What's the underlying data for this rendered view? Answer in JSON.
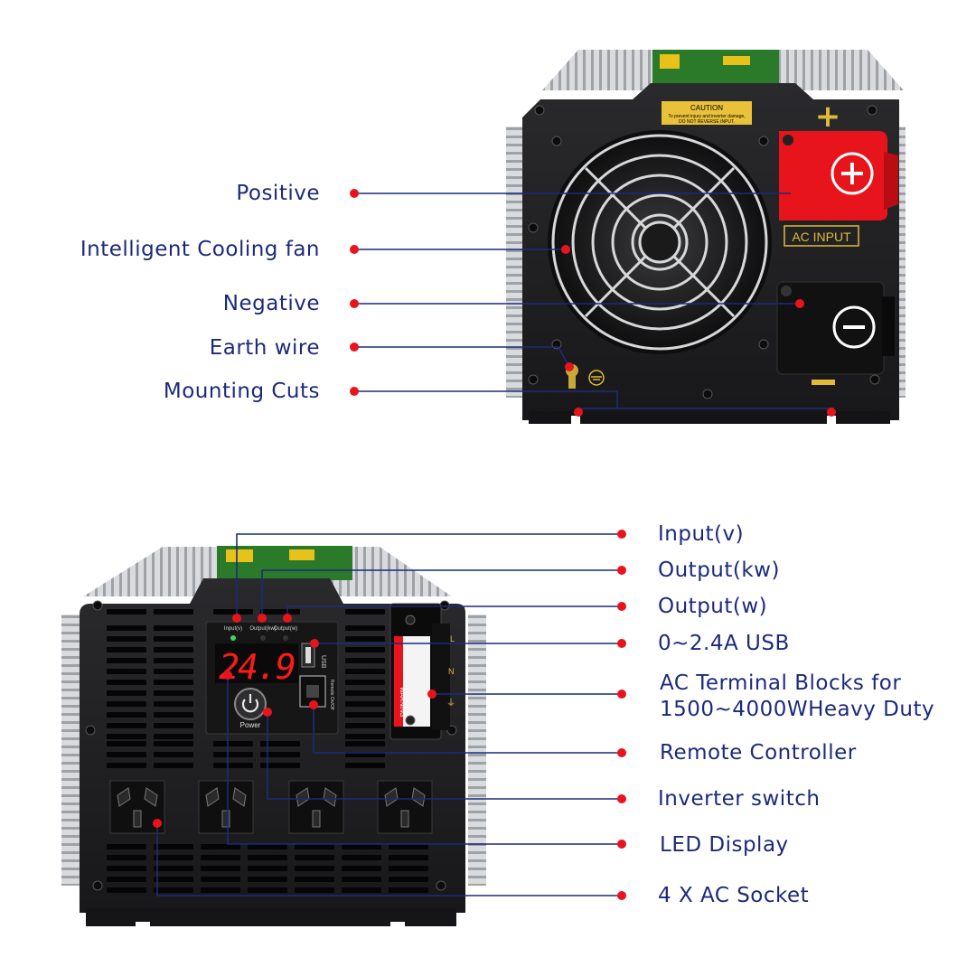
{
  "rear_panel": {
    "callouts": [
      {
        "label": "Positive"
      },
      {
        "label": "Intelligent Cooling fan"
      },
      {
        "label": "Negative"
      },
      {
        "label": "Earth wire"
      },
      {
        "label": "Mounting Cuts"
      }
    ],
    "caution_title": "CAUTION",
    "caution_line1": "To prevent injury and inverter damage,",
    "caution_line2": "DO NOT REVERSE INPUT.",
    "ac_input_label": "AC INPUT",
    "plus_symbol": "+",
    "minus_symbol": "−"
  },
  "front_panel": {
    "callouts": [
      {
        "label": "Input(v)"
      },
      {
        "label": "Output(kw)"
      },
      {
        "label": "Output(w)"
      },
      {
        "label": "0~2.4A USB"
      },
      {
        "label": "AC Terminal Blocks for\n1500~4000WHeavy Duty"
      },
      {
        "label": "Remote Controller"
      },
      {
        "label": "Inverter switch"
      },
      {
        "label": "LED Display"
      },
      {
        "label": "4 X AC Socket"
      }
    ],
    "indicator_labels": [
      "Input(v)",
      "Output(kw)",
      "Output(w)"
    ],
    "display_value": "24.9",
    "power_label": "Power",
    "usb_label": "USB",
    "remote_label": "Remote On/Off",
    "terminal_labels": [
      "L",
      "N",
      "⏚"
    ],
    "warning_text": "WARNING"
  },
  "colors": {
    "label_text": "#1c2a7a",
    "leader_line": "#1c2a7a",
    "callout_dot": "#e8141c",
    "housing": "#1e1e20",
    "heatsink": "#c9cbce",
    "terminal_red": "#e8141c",
    "led_red": "#ff1a1a"
  }
}
